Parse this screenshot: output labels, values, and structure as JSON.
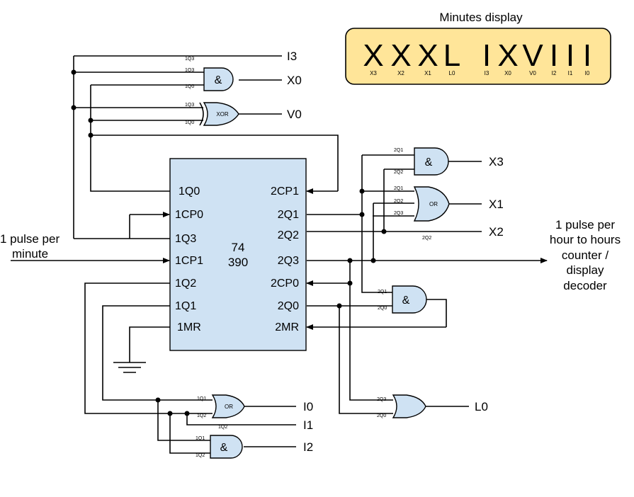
{
  "display": {
    "title": "Minutes display",
    "digits": [
      {
        "glyph": "X",
        "label": "X3"
      },
      {
        "glyph": "X",
        "label": "X2"
      },
      {
        "glyph": "X",
        "label": "X1"
      },
      {
        "glyph": "L",
        "label": "L0"
      },
      {
        "glyph": "I",
        "label": "I3"
      },
      {
        "glyph": "X",
        "label": "X0"
      },
      {
        "glyph": "V",
        "label": "V0"
      },
      {
        "glyph": "I",
        "label": "I2"
      },
      {
        "glyph": "I",
        "label": "I1"
      },
      {
        "glyph": "I",
        "label": "I0"
      }
    ],
    "fill_color": "#ffe599"
  },
  "chip": {
    "name_line1": "74",
    "name_line2": "390",
    "left_pins": [
      "1Q0",
      "1CP0",
      "1Q3",
      "1CP1",
      "1Q2",
      "1Q1",
      "1MR"
    ],
    "right_pins": [
      "2CP1",
      "2Q1",
      "2Q2",
      "2Q3",
      "2CP0",
      "2Q0",
      "2MR"
    ],
    "fill_color": "#cfe2f3"
  },
  "input_label": {
    "line1": "1 pulse per",
    "line2": "minute"
  },
  "output_label": {
    "line1": "1 pulse per",
    "line2": "hour to hours",
    "line3": "counter /",
    "line4": "display",
    "line5": "decoder"
  },
  "outputs": {
    "I3": "I3",
    "X0": "X0",
    "V0": "V0",
    "X3": "X3",
    "X1": "X1",
    "X2": "X2",
    "L0": "L0",
    "I0": "I0",
    "I1": "I1",
    "I2": "I2"
  },
  "gates": {
    "and_x0": {
      "symbol": "&",
      "inputs": [
        "1Q3",
        "1Q0"
      ]
    },
    "xor_v0": {
      "symbol": "XOR",
      "inputs": [
        "1Q3",
        "1Q0"
      ]
    },
    "and_x3": {
      "symbol": "&",
      "inputs": [
        "2Q1",
        "2Q2"
      ]
    },
    "or_x1": {
      "symbol": "OR",
      "inputs": [
        "2Q1",
        "2Q2",
        "2Q3"
      ]
    },
    "and_reset": {
      "symbol": "&",
      "inputs": [
        "2Q1",
        "2Q0"
      ]
    },
    "or_l0": {
      "symbol": "OR",
      "inputs": [
        "2Q3",
        "2Q0"
      ]
    },
    "or_i0": {
      "symbol": "OR",
      "inputs": [
        "1Q1",
        "1Q2"
      ]
    },
    "and_i2": {
      "symbol": "&",
      "inputs": [
        "1Q1",
        "1Q2"
      ]
    }
  },
  "wire_labels": {
    "i3": "1Q3",
    "x2": "2Q2",
    "i1": "1Q2"
  }
}
